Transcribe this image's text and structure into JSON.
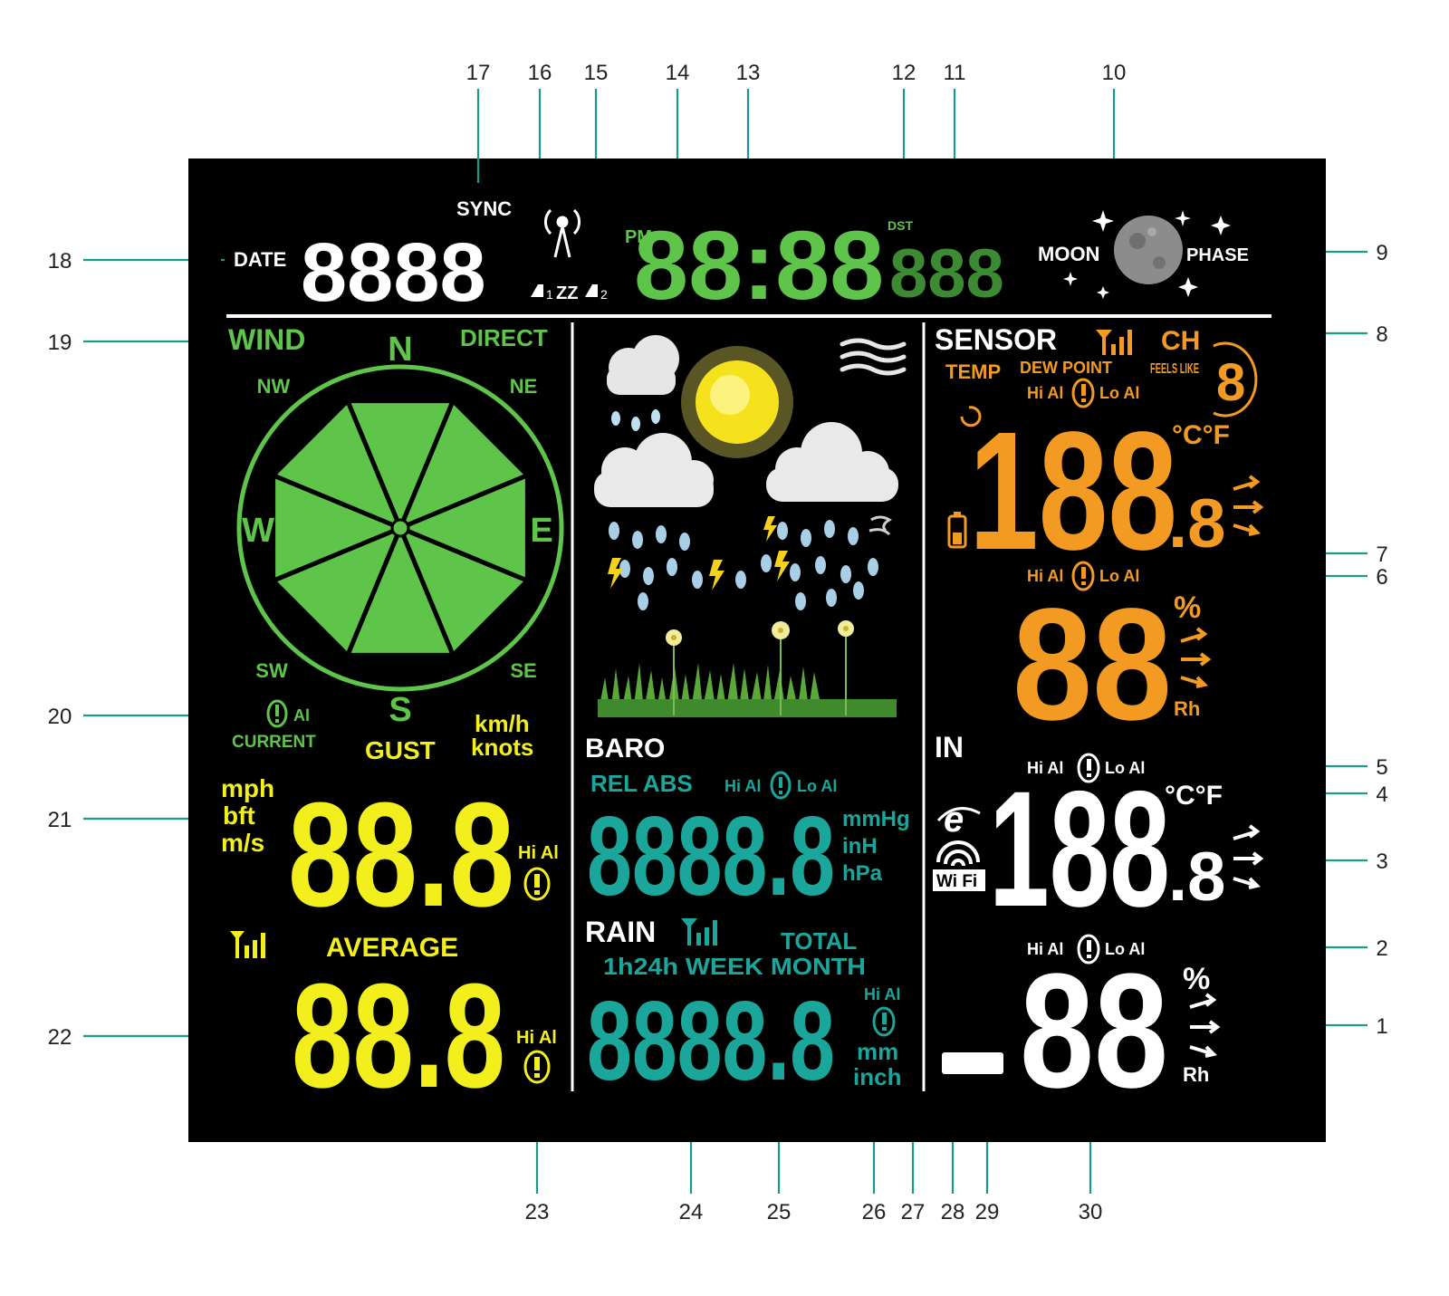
{
  "colors": {
    "background": "#ffffff",
    "screen": "#000000",
    "green": "#5ec44a",
    "yellow": "#f3ef1c",
    "orange": "#f39a22",
    "teal": "#1aa69a",
    "white": "#ffffff",
    "leader": "#1a9a8a"
  },
  "callouts": {
    "top": [
      "17",
      "16",
      "15",
      "14",
      "13",
      "12",
      "11",
      "10"
    ],
    "left": [
      "18",
      "19",
      "20",
      "21",
      "22"
    ],
    "right": [
      "9",
      "8",
      "7",
      "6",
      "5",
      "4",
      "3",
      "2",
      "1"
    ],
    "bottom": [
      "23",
      "24",
      "25",
      "26",
      "27",
      "28",
      "29",
      "30"
    ]
  },
  "header": {
    "date_label": "DATE",
    "date_digits": "8888",
    "sync_label": "SYNC",
    "alarm_zz": "ZZ",
    "alarm_1": "1",
    "alarm_2": "2",
    "time_ampm": "PM",
    "time_digits": "88:88",
    "dst_label": "DST",
    "weekday_digits": "888",
    "moon_label": "MOON",
    "phase_label": "PHASE"
  },
  "wind": {
    "title": "WIND",
    "direct_label": "DIRECT",
    "compass": [
      "N",
      "NE",
      "E",
      "SE",
      "S",
      "SW",
      "W",
      "NW"
    ],
    "al_label": "Al",
    "current_label": "CURRENT",
    "gust_label": "GUST",
    "unit_kmh": "km/h",
    "unit_knots": "knots",
    "unit_mph": "mph",
    "unit_bft": "bft",
    "unit_ms": "m/s",
    "gust_digits": "88.8",
    "hi_al": "Hi Al",
    "average_label": "AVERAGE",
    "average_digits": "88.8",
    "average_hi_al": "Hi Al"
  },
  "baro": {
    "title": "BARO",
    "rel_abs": "REL ABS",
    "hi_lo_al": [
      "Hi Al",
      "Lo Al"
    ],
    "digits": "8888.8",
    "units": [
      "mmHg",
      "inH",
      "hPa"
    ]
  },
  "rain": {
    "title": "RAIN",
    "periods": "1h24h WEEK MONTH",
    "total_label": "TOTAL",
    "digits": "8888.8",
    "hi_al": "Hi Al",
    "units": [
      "mm",
      "inch"
    ]
  },
  "sensor": {
    "title": "SENSOR",
    "ch_label": "CH",
    "ch_digit": "8",
    "temp_label": "TEMP",
    "dew_point": "DEW POINT",
    "feels_like": "FEELS LIKE",
    "hi_al": "Hi Al",
    "lo_al": "Lo Al",
    "temp_digits": "188",
    "temp_decimal": ".8",
    "temp_unit": "°C°F",
    "humidity_digits": "88",
    "percent": "%",
    "rh": "Rh"
  },
  "indoor": {
    "title": "IN",
    "hi_al": "Hi Al",
    "lo_al": "Lo Al",
    "temp_unit": "°C°F",
    "temp_digits": "188",
    "temp_decimal": ".8",
    "wifi_label": "Wi Fi",
    "humidity_digits": "88",
    "percent": "%",
    "rh": "Rh"
  }
}
